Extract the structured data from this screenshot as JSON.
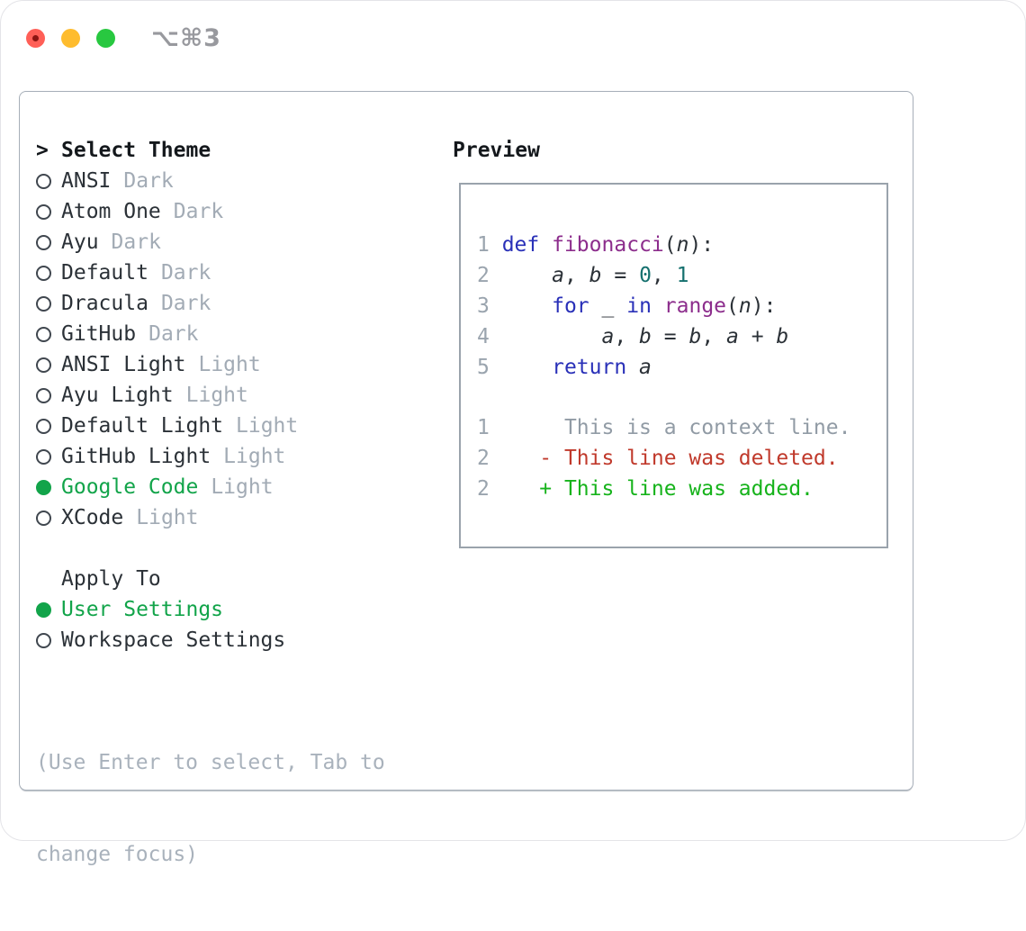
{
  "titlebar": {
    "shortcut": "⌥⌘3",
    "traffic_lights": [
      {
        "name": "close",
        "color": "#ff5f57"
      },
      {
        "name": "minimize",
        "color": "#febc2e"
      },
      {
        "name": "zoom",
        "color": "#28c840"
      }
    ]
  },
  "panel": {
    "select_header_prefix": ">",
    "select_header": "Select Theme",
    "themes": [
      {
        "name": "ANSI",
        "variant": "Dark",
        "selected": false
      },
      {
        "name": "Atom One",
        "variant": "Dark",
        "selected": false
      },
      {
        "name": "Ayu",
        "variant": "Dark",
        "selected": false
      },
      {
        "name": "Default",
        "variant": "Dark",
        "selected": false
      },
      {
        "name": "Dracula",
        "variant": "Dark",
        "selected": false
      },
      {
        "name": "GitHub",
        "variant": "Dark",
        "selected": false
      },
      {
        "name": "ANSI Light",
        "variant": "Light",
        "selected": false
      },
      {
        "name": "Ayu Light",
        "variant": "Light",
        "selected": false
      },
      {
        "name": "Default Light",
        "variant": "Light",
        "selected": false
      },
      {
        "name": "GitHub Light",
        "variant": "Light",
        "selected": false
      },
      {
        "name": "Google Code",
        "variant": "Light",
        "selected": true
      },
      {
        "name": "XCode",
        "variant": "Light",
        "selected": false
      }
    ],
    "apply_to": {
      "header": "Apply To",
      "options": [
        {
          "label": "User Settings",
          "selected": true
        },
        {
          "label": "Workspace Settings",
          "selected": false
        }
      ]
    },
    "help_lines": [
      "(Use Enter to select, Tab to",
      "change focus)"
    ]
  },
  "preview": {
    "header": "Preview",
    "code_lines": [
      {
        "num": "1",
        "tokens": [
          [
            "kw",
            "def"
          ],
          [
            "pl",
            " "
          ],
          [
            "fn",
            "fibonacci"
          ],
          [
            "pl",
            "("
          ],
          [
            "var",
            "n"
          ],
          [
            "pl",
            "):"
          ]
        ]
      },
      {
        "num": "2",
        "tokens": [
          [
            "pl",
            "    "
          ],
          [
            "var",
            "a"
          ],
          [
            "pl",
            ", "
          ],
          [
            "var",
            "b"
          ],
          [
            "pl",
            " = "
          ],
          [
            "lit",
            "0"
          ],
          [
            "pl",
            ", "
          ],
          [
            "lit",
            "1"
          ]
        ]
      },
      {
        "num": "3",
        "tokens": [
          [
            "pl",
            "    "
          ],
          [
            "kw",
            "for"
          ],
          [
            "pl",
            " "
          ],
          [
            "var",
            "_"
          ],
          [
            "pl",
            " "
          ],
          [
            "kw",
            "in"
          ],
          [
            "pl",
            " "
          ],
          [
            "fn",
            "range"
          ],
          [
            "pl",
            "("
          ],
          [
            "var",
            "n"
          ],
          [
            "pl",
            "):"
          ]
        ]
      },
      {
        "num": "4",
        "tokens": [
          [
            "pl",
            "        "
          ],
          [
            "var",
            "a"
          ],
          [
            "pl",
            ", "
          ],
          [
            "var",
            "b"
          ],
          [
            "pl",
            " = "
          ],
          [
            "var",
            "b"
          ],
          [
            "pl",
            ", "
          ],
          [
            "var",
            "a"
          ],
          [
            "pl",
            " + "
          ],
          [
            "var",
            "b"
          ]
        ]
      },
      {
        "num": "5",
        "tokens": [
          [
            "pl",
            "    "
          ],
          [
            "kw",
            "return"
          ],
          [
            "pl",
            " "
          ],
          [
            "var",
            "a"
          ]
        ]
      }
    ],
    "diff_lines": [
      {
        "num": "1",
        "type": "context",
        "marker": " ",
        "text": "This is a context line."
      },
      {
        "num": "2",
        "type": "deleted",
        "marker": "-",
        "text": "This line was deleted."
      },
      {
        "num": "2",
        "type": "added",
        "marker": "+",
        "text": "This line was added."
      }
    ]
  },
  "colors": {
    "selection_green": "#12a44a",
    "added_green": "#16b31b",
    "deleted_red": "#c0392b",
    "keyword_blue": "#2930b8",
    "function_purple": "#8c2d8c",
    "literal_teal": "#15706e",
    "text": "#2b3137",
    "text_strong": "#14181c",
    "dim_gray": "#a2abb5",
    "line_number_gray": "#9aa4ae",
    "context_gray": "#919ba5",
    "help_gray": "#a9b2bc",
    "box_border": "#a6aeb8",
    "preview_border": "#9aa3ac",
    "title_gray": "#98999e",
    "traffic_red": "#ff5f57",
    "traffic_red_dot": "#8c1512",
    "traffic_yellow": "#febc2e",
    "traffic_green": "#28c840"
  }
}
